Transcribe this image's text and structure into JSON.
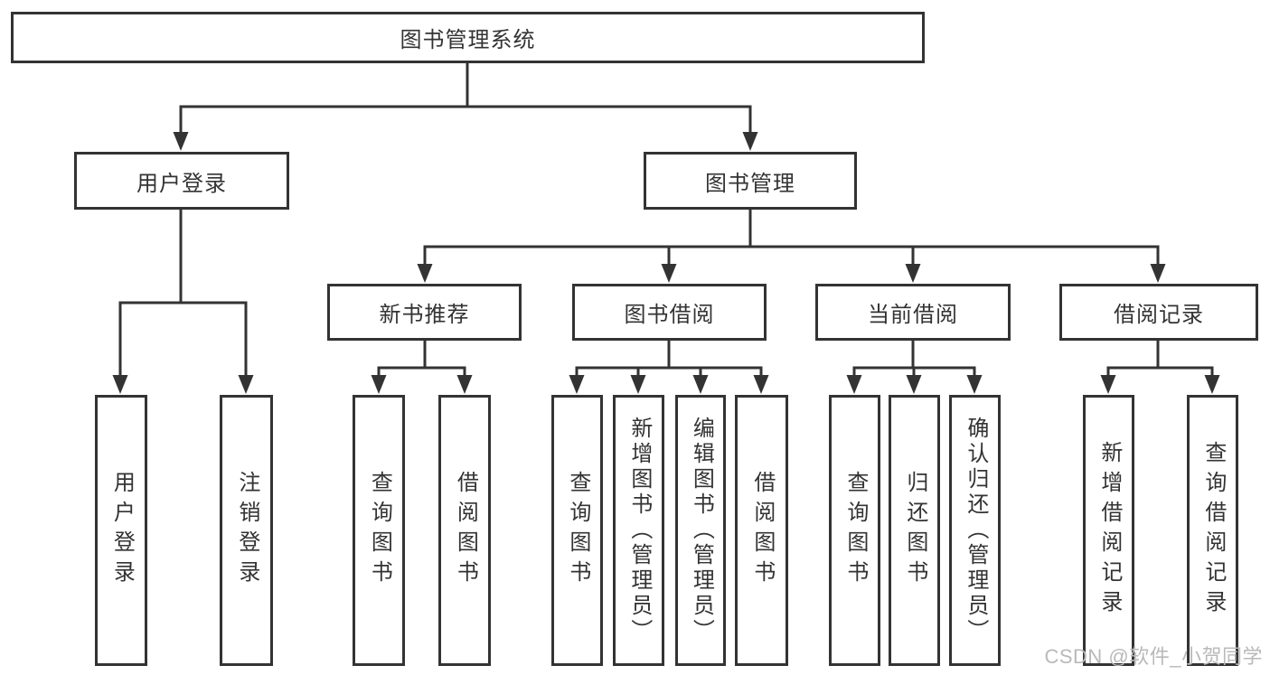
{
  "diagram": {
    "root": {
      "label": "图书管理系统"
    },
    "level2": [
      {
        "id": "user-login",
        "label": "用户登录",
        "parent": "图书管理系统"
      },
      {
        "id": "book-management",
        "label": "图书管理",
        "parent": "图书管理系统"
      }
    ],
    "level3": [
      {
        "id": "new-book-recommend",
        "label": "新书推荐",
        "parent": "图书管理"
      },
      {
        "id": "book-borrow",
        "label": "图书借阅",
        "parent": "图书管理"
      },
      {
        "id": "current-borrow",
        "label": "当前借阅",
        "parent": "图书管理"
      },
      {
        "id": "borrow-records",
        "label": "借阅记录",
        "parent": "图书管理"
      }
    ],
    "leaves": [
      {
        "id": "leaf-user-login",
        "label": "用户登录",
        "parent": "用户登录"
      },
      {
        "id": "leaf-logout",
        "label": "注销登录",
        "parent": "用户登录"
      },
      {
        "id": "leaf-query-book-recommend",
        "label": "查询图书",
        "parent": "新书推荐"
      },
      {
        "id": "leaf-borrow-book-recommend",
        "label": "借阅图书",
        "parent": "新书推荐"
      },
      {
        "id": "leaf-query-book-borrow",
        "label": "查询图书",
        "parent": "图书借阅"
      },
      {
        "id": "leaf-add-book-admin",
        "label": "新增图书（管理员）",
        "parent": "图书借阅"
      },
      {
        "id": "leaf-edit-book-admin",
        "label": "编辑图书（管理员）",
        "parent": "图书借阅"
      },
      {
        "id": "leaf-borrow-book",
        "label": "借阅图书",
        "parent": "图书借阅"
      },
      {
        "id": "leaf-query-book-current",
        "label": "查询图书",
        "parent": "当前借阅"
      },
      {
        "id": "leaf-return-book",
        "label": "归还图书",
        "parent": "当前借阅"
      },
      {
        "id": "leaf-confirm-return-admin",
        "label": "确认归还（管理员）",
        "parent": "当前借阅"
      },
      {
        "id": "leaf-add-borrow-record",
        "label": "新增借阅记录",
        "parent": "借阅记录"
      },
      {
        "id": "leaf-query-borrow-record",
        "label": "查询借阅记录",
        "parent": "借阅记录"
      }
    ],
    "colors": {
      "line": "#333333",
      "text": "#333333",
      "box_fill": "#ffffff",
      "background": "#ffffff",
      "watermark": "#b9b9b9"
    }
  },
  "watermark": {
    "text": "CSDN @软件_小贺同学"
  }
}
